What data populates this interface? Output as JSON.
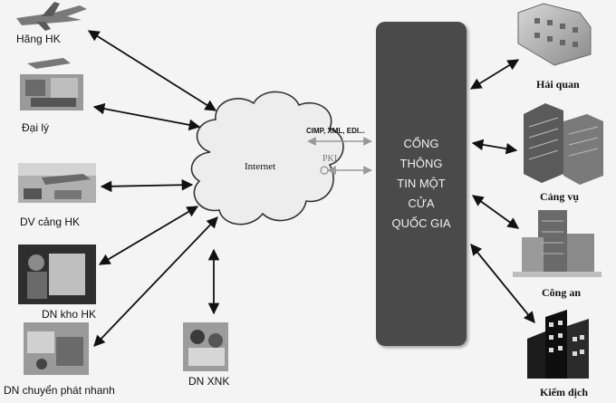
{
  "cloud": {
    "label": "Internet"
  },
  "gateway": {
    "lines": [
      "CỔNG",
      "THÔNG",
      "TIN MỘT",
      "CỬA",
      "QUỐC GIA"
    ]
  },
  "protocols": {
    "top": "CIMP, XML, EDI...",
    "bottom": "PKI"
  },
  "left_nodes": [
    {
      "label": "Hãng HK",
      "icon": "airplane-icon"
    },
    {
      "label": "Đại lý",
      "icon": "cargo-agent-icon"
    },
    {
      "label": "DV cảng HK",
      "icon": "airport-apron-icon"
    },
    {
      "label": "DN kho HK",
      "icon": "warehouse-worker-icon"
    },
    {
      "label": "DN chuyển phát nhanh",
      "icon": "courier-icon"
    }
  ],
  "bottom_node": {
    "label": "DN XNK",
    "icon": "office-workers-icon"
  },
  "right_nodes": [
    {
      "label": "Hải quan",
      "icon": "building-cluster-icon"
    },
    {
      "label": "Cảng vụ",
      "icon": "server-building-icon"
    },
    {
      "label": "Công an",
      "icon": "skyscraper-icon"
    },
    {
      "label": "Kiểm dịch",
      "icon": "dark-building-icon"
    }
  ]
}
